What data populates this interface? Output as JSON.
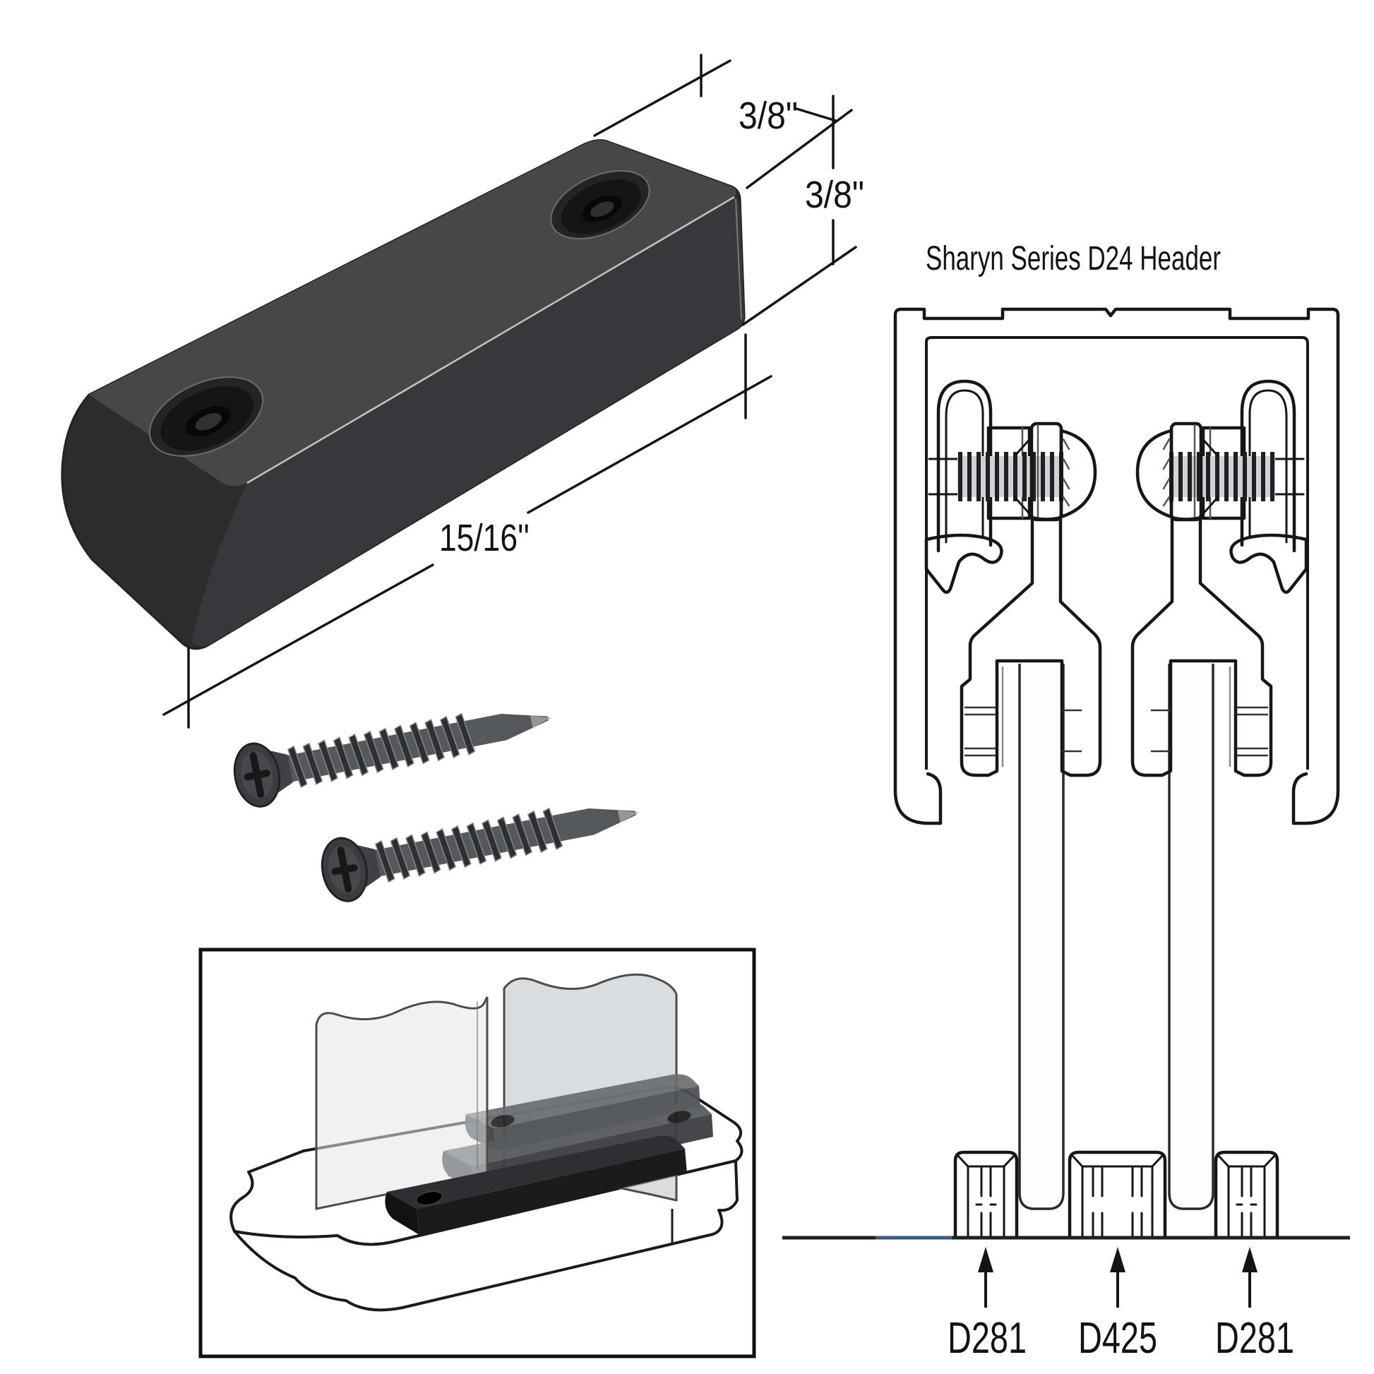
{
  "product_view": {
    "dim_width_label": "3/8\"",
    "dim_height_label": "3/8\"",
    "dim_length_label": "15/16''"
  },
  "header_diagram": {
    "title": "Sharyn Series D24 Header",
    "part_labels": [
      {
        "label": "D281"
      },
      {
        "label": "D425"
      },
      {
        "label": "D281"
      }
    ]
  },
  "colors": {
    "block_front": "#37383b",
    "block_top": "#464749",
    "block_end": "#2b2c2e",
    "screw_body": "#55585c",
    "accent_blue": "#4379ae",
    "outline": "#161616",
    "profile_fill": "#f3f3f4"
  }
}
